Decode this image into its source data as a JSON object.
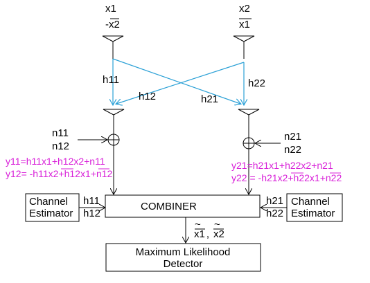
{
  "tx": {
    "ant1": {
      "top": "x1",
      "bottom_prefix": "-",
      "bottom": "x2"
    },
    "ant2": {
      "top": "x2",
      "bottom": "x1"
    }
  },
  "channels": {
    "h11": "h11",
    "h12": "h12",
    "h21": "h21",
    "h22": "h22"
  },
  "noise": {
    "left": {
      "n11": "n11",
      "n12": "n12"
    },
    "right": {
      "n21": "n21",
      "n22": "n22"
    }
  },
  "equations": {
    "y11": "y11=h11x1+h12x2+n11",
    "y12_a": "y12= -h11",
    "y12_b": "x2",
    "y12_c": "+h12",
    "y12_d": "x1",
    "y12_e": "+n12",
    "y21": "y21=h21x1+h22x2+n21",
    "y22_a": "y22 = -h21",
    "y22_b": "x2",
    "y22_c": "+h22",
    "y22_d": "x1",
    "y22_e": "+n22"
  },
  "blocks": {
    "channel_estimator_left": [
      "Channel",
      "Estimator"
    ],
    "channel_estimator_right": [
      "Channel",
      "Estimator"
    ],
    "combiner": "COMBINER",
    "detector": [
      "Maximum Likelihood",
      "Detector"
    ]
  },
  "combiner_inputs": {
    "left": [
      "h11",
      "h12"
    ],
    "right": [
      "h21",
      "h22"
    ]
  },
  "estimates": {
    "tilde": "~",
    "x1": "x1",
    "sep": ",",
    "x2": "x2"
  },
  "colors": {
    "equations": "#d81fd8",
    "channel_lines": "#2aa0d6",
    "lines": "#000000"
  }
}
